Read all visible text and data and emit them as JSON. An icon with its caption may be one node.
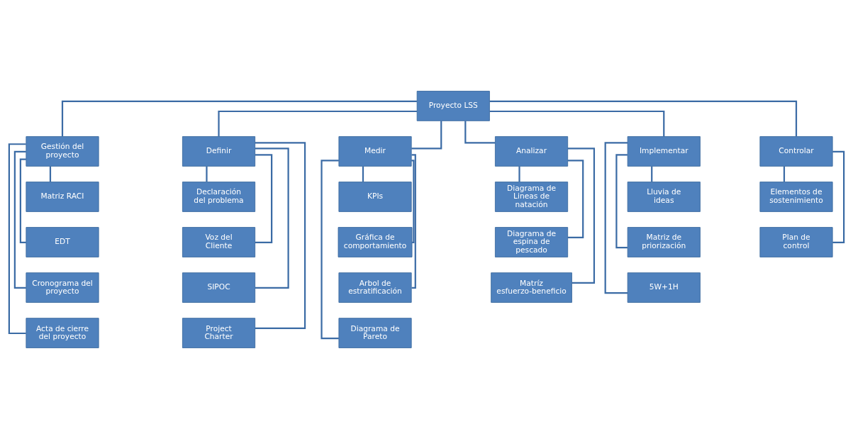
{
  "diagram": {
    "nodes": [
      {
        "text": [
          "Proyecto LSS"
        ]
      },
      {
        "text": [
          "Gestión del proyecto"
        ]
      },
      {
        "text": [
          "Definir"
        ]
      },
      {
        "text": [
          "Medir"
        ]
      },
      {
        "text": [
          "Analizar"
        ]
      },
      {
        "text": [
          "Implementar"
        ]
      },
      {
        "text": [
          "Controlar"
        ]
      },
      {
        "text": [
          "Matriz RACI"
        ]
      },
      {
        "text": [
          "EDT"
        ]
      },
      {
        "text": [
          "Cronograma del proyecto"
        ]
      },
      {
        "text": [
          "Acta de cierre del proyecto"
        ]
      },
      {
        "text": [
          "Declaración del problema"
        ]
      },
      {
        "text": [
          "Voz del Cliente"
        ]
      },
      {
        "text": [
          "SIPOC"
        ]
      },
      {
        "text": [
          "Project Charter"
        ]
      },
      {
        "text": [
          "KPIs"
        ]
      },
      {
        "text": [
          "Gráfica de comportamiento"
        ]
      },
      {
        "text": [
          "Arbol de estratificación"
        ]
      },
      {
        "text": [
          "Diagrama de Pareto"
        ]
      },
      {
        "text": [
          "Diagrama de Lineas de natación"
        ]
      },
      {
        "text": [
          "Diagrama de espina de pescado"
        ]
      },
      {
        "text": [
          "Matríz esfuerzo-beneficio"
        ]
      },
      {
        "text": [
          "Lluvia de ideas"
        ]
      },
      {
        "text": [
          "Matriz de priorización"
        ]
      },
      {
        "text": [
          "5W+1H"
        ]
      },
      {
        "text": [
          "Elementos de sostenimiento"
        ]
      },
      {
        "text": [
          "Plan de control"
        ]
      }
    ],
    "edges": [
      {
        "from": 0,
        "to": 1,
        "arrow": "none"
      },
      {
        "from": 0,
        "to": 2,
        "arrow": "none"
      },
      {
        "from": 0,
        "to": 3,
        "arrow": "none"
      },
      {
        "from": 0,
        "to": 4,
        "arrow": "none"
      },
      {
        "from": 0,
        "to": 5,
        "arrow": "none"
      },
      {
        "from": 0,
        "to": 6,
        "arrow": "none"
      },
      {
        "from": 1,
        "to": 7,
        "arrow": "none"
      },
      {
        "from": 1,
        "to": 8,
        "arrow": "none"
      },
      {
        "from": 1,
        "to": 9,
        "arrow": "none"
      },
      {
        "from": 1,
        "to": 10,
        "arrow": "none"
      },
      {
        "from": 2,
        "to": 11,
        "arrow": "none"
      },
      {
        "from": 2,
        "to": 12,
        "arrow": "none"
      },
      {
        "from": 2,
        "to": 13,
        "arrow": "none"
      },
      {
        "from": 2,
        "to": 14,
        "arrow": "none"
      },
      {
        "from": 3,
        "to": 15,
        "arrow": "none"
      },
      {
        "from": 3,
        "to": 16,
        "arrow": "none"
      },
      {
        "from": 3,
        "to": 17,
        "arrow": "none"
      },
      {
        "from": 3,
        "to": 18,
        "arrow": "none"
      },
      {
        "from": 4,
        "to": 19,
        "arrow": "none"
      },
      {
        "from": 4,
        "to": 20,
        "arrow": "none"
      },
      {
        "from": 4,
        "to": 21,
        "arrow": "none"
      },
      {
        "from": 5,
        "to": 22,
        "arrow": "none"
      },
      {
        "from": 5,
        "to": 23,
        "arrow": "none"
      },
      {
        "from": 5,
        "to": 24,
        "arrow": "none"
      },
      {
        "from": 6,
        "to": 25,
        "arrow": "none"
      },
      {
        "from": 6,
        "to": 26,
        "arrow": "none"
      }
    ]
  }
}
